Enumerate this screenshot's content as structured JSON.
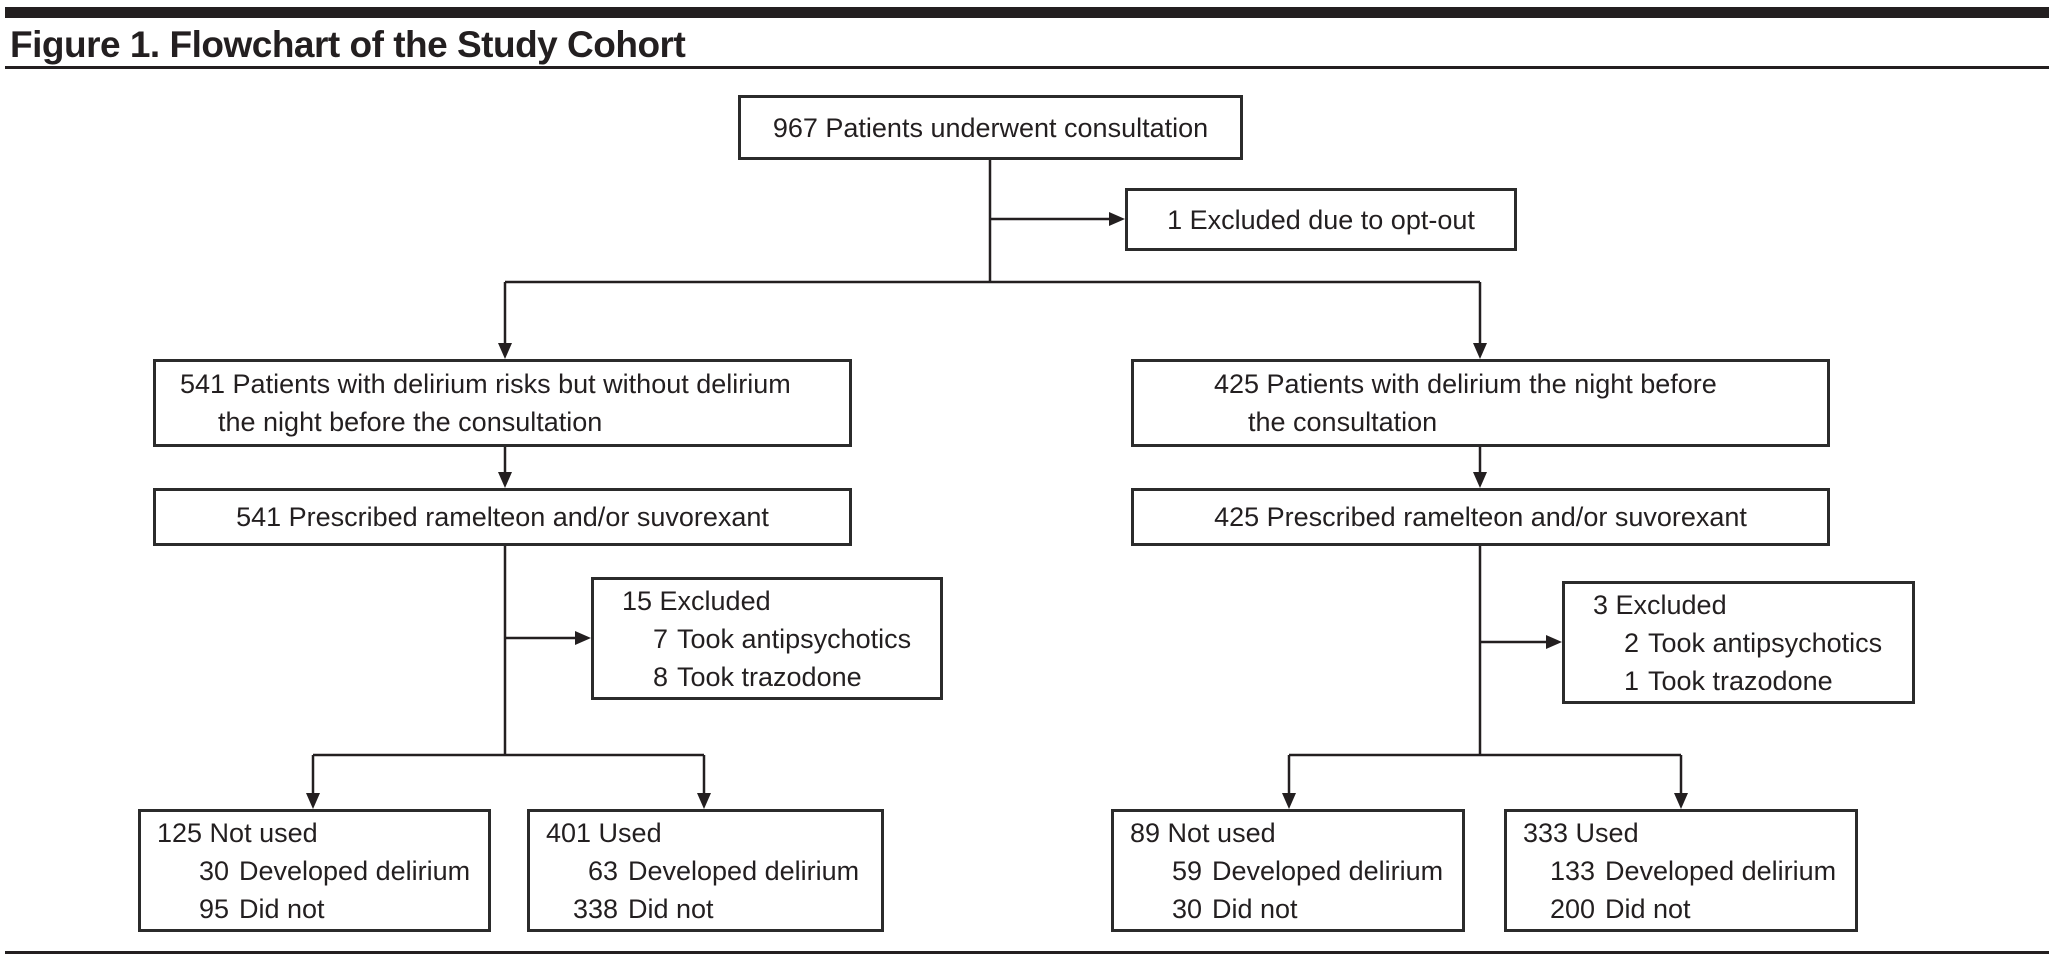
{
  "figure": {
    "title": "Figure 1. Flowchart of the Study Cohort"
  },
  "colors": {
    "line": "#231f20",
    "text": "#231f20",
    "background": "#ffffff"
  },
  "nodes": {
    "consultation": {
      "text": "967 Patients underwent consultation"
    },
    "opt_out": {
      "text": "1 Excluded due to opt-out"
    },
    "no_delirium_cohort": {
      "line1": "541 Patients with delirium risks but without delirium",
      "line2": "the night before the consultation"
    },
    "delirium_cohort": {
      "line1": "425 Patients with delirium the night before",
      "line2": "the consultation"
    },
    "no_delirium_prescribed": {
      "text": "541 Prescribed ramelteon and/or suvorexant"
    },
    "delirium_prescribed": {
      "text": "425 Prescribed ramelteon and/or suvorexant"
    },
    "no_delirium_excluded": {
      "title": "15 Excluded",
      "items": [
        {
          "num": "7",
          "label": "Took antipsychotics"
        },
        {
          "num": "8",
          "label": "Took trazodone"
        }
      ]
    },
    "delirium_excluded": {
      "title": "3 Excluded",
      "items": [
        {
          "num": "2",
          "label": "Took antipsychotics"
        },
        {
          "num": "1",
          "label": "Took trazodone"
        }
      ]
    },
    "no_delirium_not_used": {
      "title": "125 Not used",
      "items": [
        {
          "num": "30",
          "label": "Developed delirium"
        },
        {
          "num": "95",
          "label": "Did not"
        }
      ]
    },
    "no_delirium_used": {
      "title": "401 Used",
      "items": [
        {
          "num": "63",
          "label": "Developed delirium"
        },
        {
          "num": "338",
          "label": "Did not"
        }
      ]
    },
    "delirium_not_used": {
      "title": "89 Not used",
      "items": [
        {
          "num": "59",
          "label": "Developed delirium"
        },
        {
          "num": "30",
          "label": "Did not"
        }
      ]
    },
    "delirium_used": {
      "title": "333 Used",
      "items": [
        {
          "num": "133",
          "label": "Developed delirium"
        },
        {
          "num": "200",
          "label": "Did not"
        }
      ]
    }
  }
}
